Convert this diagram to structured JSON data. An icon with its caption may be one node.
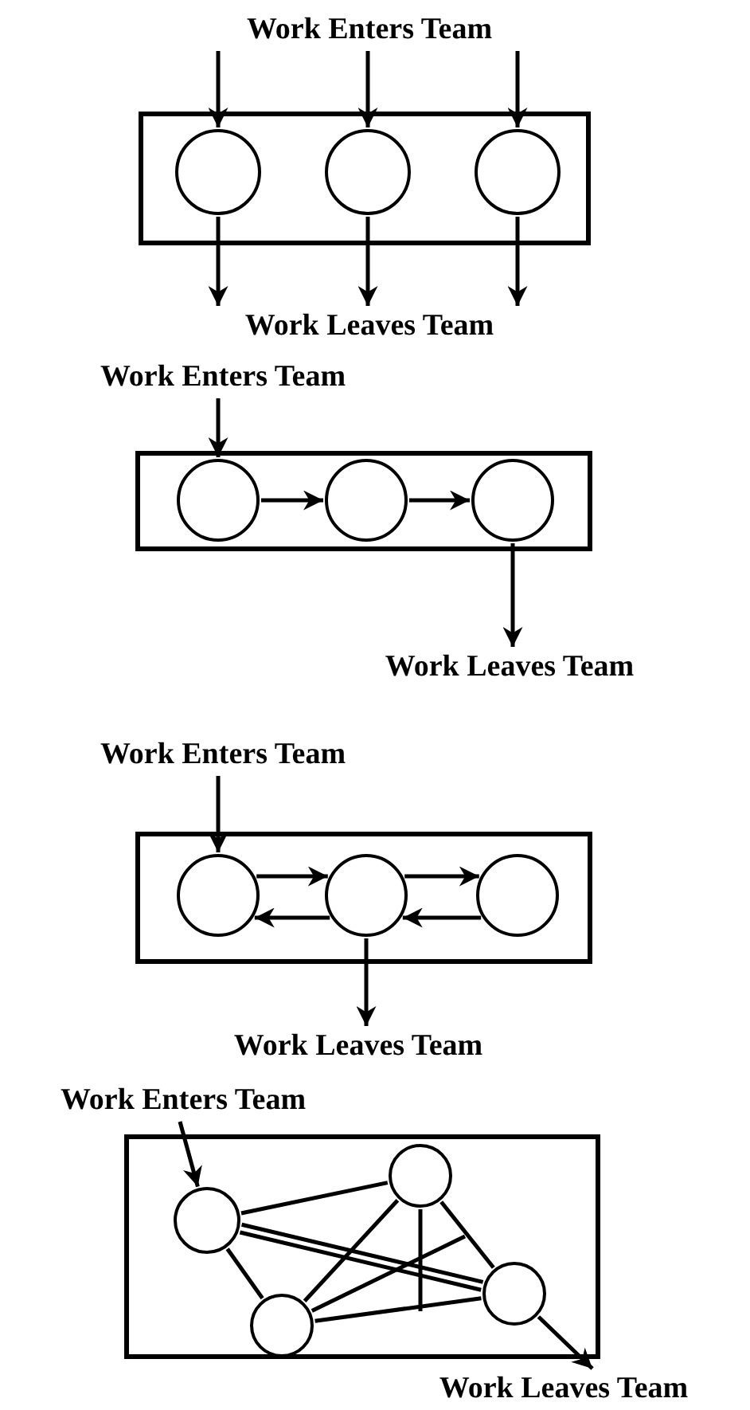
{
  "diagram": {
    "nodes": [
      {
        "text": [
          "Work Enters Team"
        ]
      },
      {
        "text": [],
        "shape": "box"
      },
      {
        "text": [],
        "shape": "circle",
        "in": 1
      },
      {
        "text": [],
        "shape": "circle",
        "in": 1
      },
      {
        "text": [],
        "shape": "circle",
        "in": 1
      },
      {
        "text": [
          "Work Leaves Team"
        ]
      },
      {
        "text": [
          "Work Enters Team"
        ]
      },
      {
        "text": [],
        "shape": "box"
      },
      {
        "text": [],
        "shape": "circle",
        "in": 7
      },
      {
        "text": [],
        "shape": "circle",
        "in": 7
      },
      {
        "text": [],
        "shape": "circle",
        "in": 7
      },
      {
        "text": [
          "Work Leaves Team"
        ]
      },
      {
        "text": [
          "Work Enters Team"
        ]
      },
      {
        "text": [],
        "shape": "box"
      },
      {
        "text": [],
        "shape": "circle",
        "in": 13
      },
      {
        "text": [],
        "shape": "circle",
        "in": 13
      },
      {
        "text": [],
        "shape": "circle",
        "in": 13
      },
      {
        "text": [
          "Work Leaves Team"
        ]
      },
      {
        "text": [
          "Work Enters Team"
        ]
      },
      {
        "text": [],
        "shape": "box"
      },
      {
        "text": [],
        "shape": "circle",
        "in": 19
      },
      {
        "text": [],
        "shape": "circle",
        "in": 19
      },
      {
        "text": [],
        "shape": "circle",
        "in": 19
      },
      {
        "text": [],
        "shape": "circle",
        "in": 19
      },
      {
        "text": [
          "Work Leaves Team"
        ]
      }
    ],
    "edges": [
      {
        "from": 0,
        "to": 2,
        "arrow": "to"
      },
      {
        "from": 0,
        "to": 3,
        "arrow": "to"
      },
      {
        "from": 0,
        "to": 4,
        "arrow": "to"
      },
      {
        "from": 2,
        "to": 5,
        "arrow": "to"
      },
      {
        "from": 3,
        "to": 5,
        "arrow": "to"
      },
      {
        "from": 4,
        "to": 5,
        "arrow": "to"
      },
      {
        "from": 6,
        "to": 8,
        "arrow": "to"
      },
      {
        "from": 8,
        "to": 9,
        "arrow": "to"
      },
      {
        "from": 9,
        "to": 10,
        "arrow": "to"
      },
      {
        "from": 10,
        "to": 11,
        "arrow": "to"
      },
      {
        "from": 12,
        "to": 14,
        "arrow": "to"
      },
      {
        "from": 14,
        "to": 15,
        "arrow": "to"
      },
      {
        "from": 15,
        "to": 14,
        "arrow": "to"
      },
      {
        "from": 15,
        "to": 16,
        "arrow": "to"
      },
      {
        "from": 16,
        "to": 15,
        "arrow": "to"
      },
      {
        "from": 15,
        "to": 17,
        "arrow": "to"
      },
      {
        "from": 18,
        "to": 20,
        "arrow": "to"
      },
      {
        "from": 20,
        "to": 22,
        "arrow": "none"
      },
      {
        "from": 20,
        "to": 23,
        "arrow": "none"
      },
      {
        "from": 20,
        "to": 23,
        "arrow": "none"
      },
      {
        "from": 20,
        "to": 21,
        "arrow": "none"
      },
      {
        "from": 21,
        "to": 22,
        "arrow": "none"
      },
      {
        "from": 22,
        "to": 23,
        "arrow": "none"
      },
      {
        "from": 21,
        "to": 23,
        "arrow": "none"
      },
      {
        "from": 22,
        "to": null,
        "arrow": "none"
      },
      {
        "from": 21,
        "to": null,
        "arrow": "none"
      },
      {
        "from": 23,
        "to": 24,
        "arrow": "to"
      }
    ]
  }
}
